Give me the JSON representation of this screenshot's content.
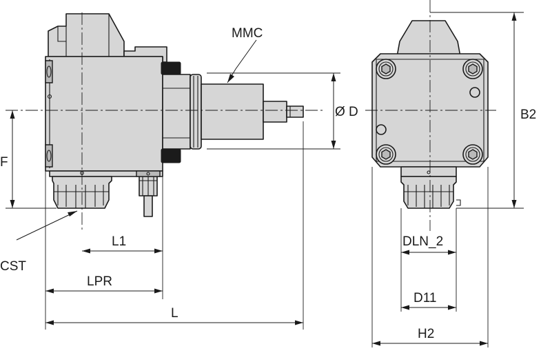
{
  "diagram": {
    "labels": {
      "mmc": "MMC",
      "diameter_d": "Ø D",
      "b2": "B2",
      "f": "F",
      "cst": "CST",
      "l1": "L1",
      "lpr": "LPR",
      "l": "L",
      "dln_2": "DLN_2",
      "d11": "D11",
      "h2": "H2"
    }
  }
}
